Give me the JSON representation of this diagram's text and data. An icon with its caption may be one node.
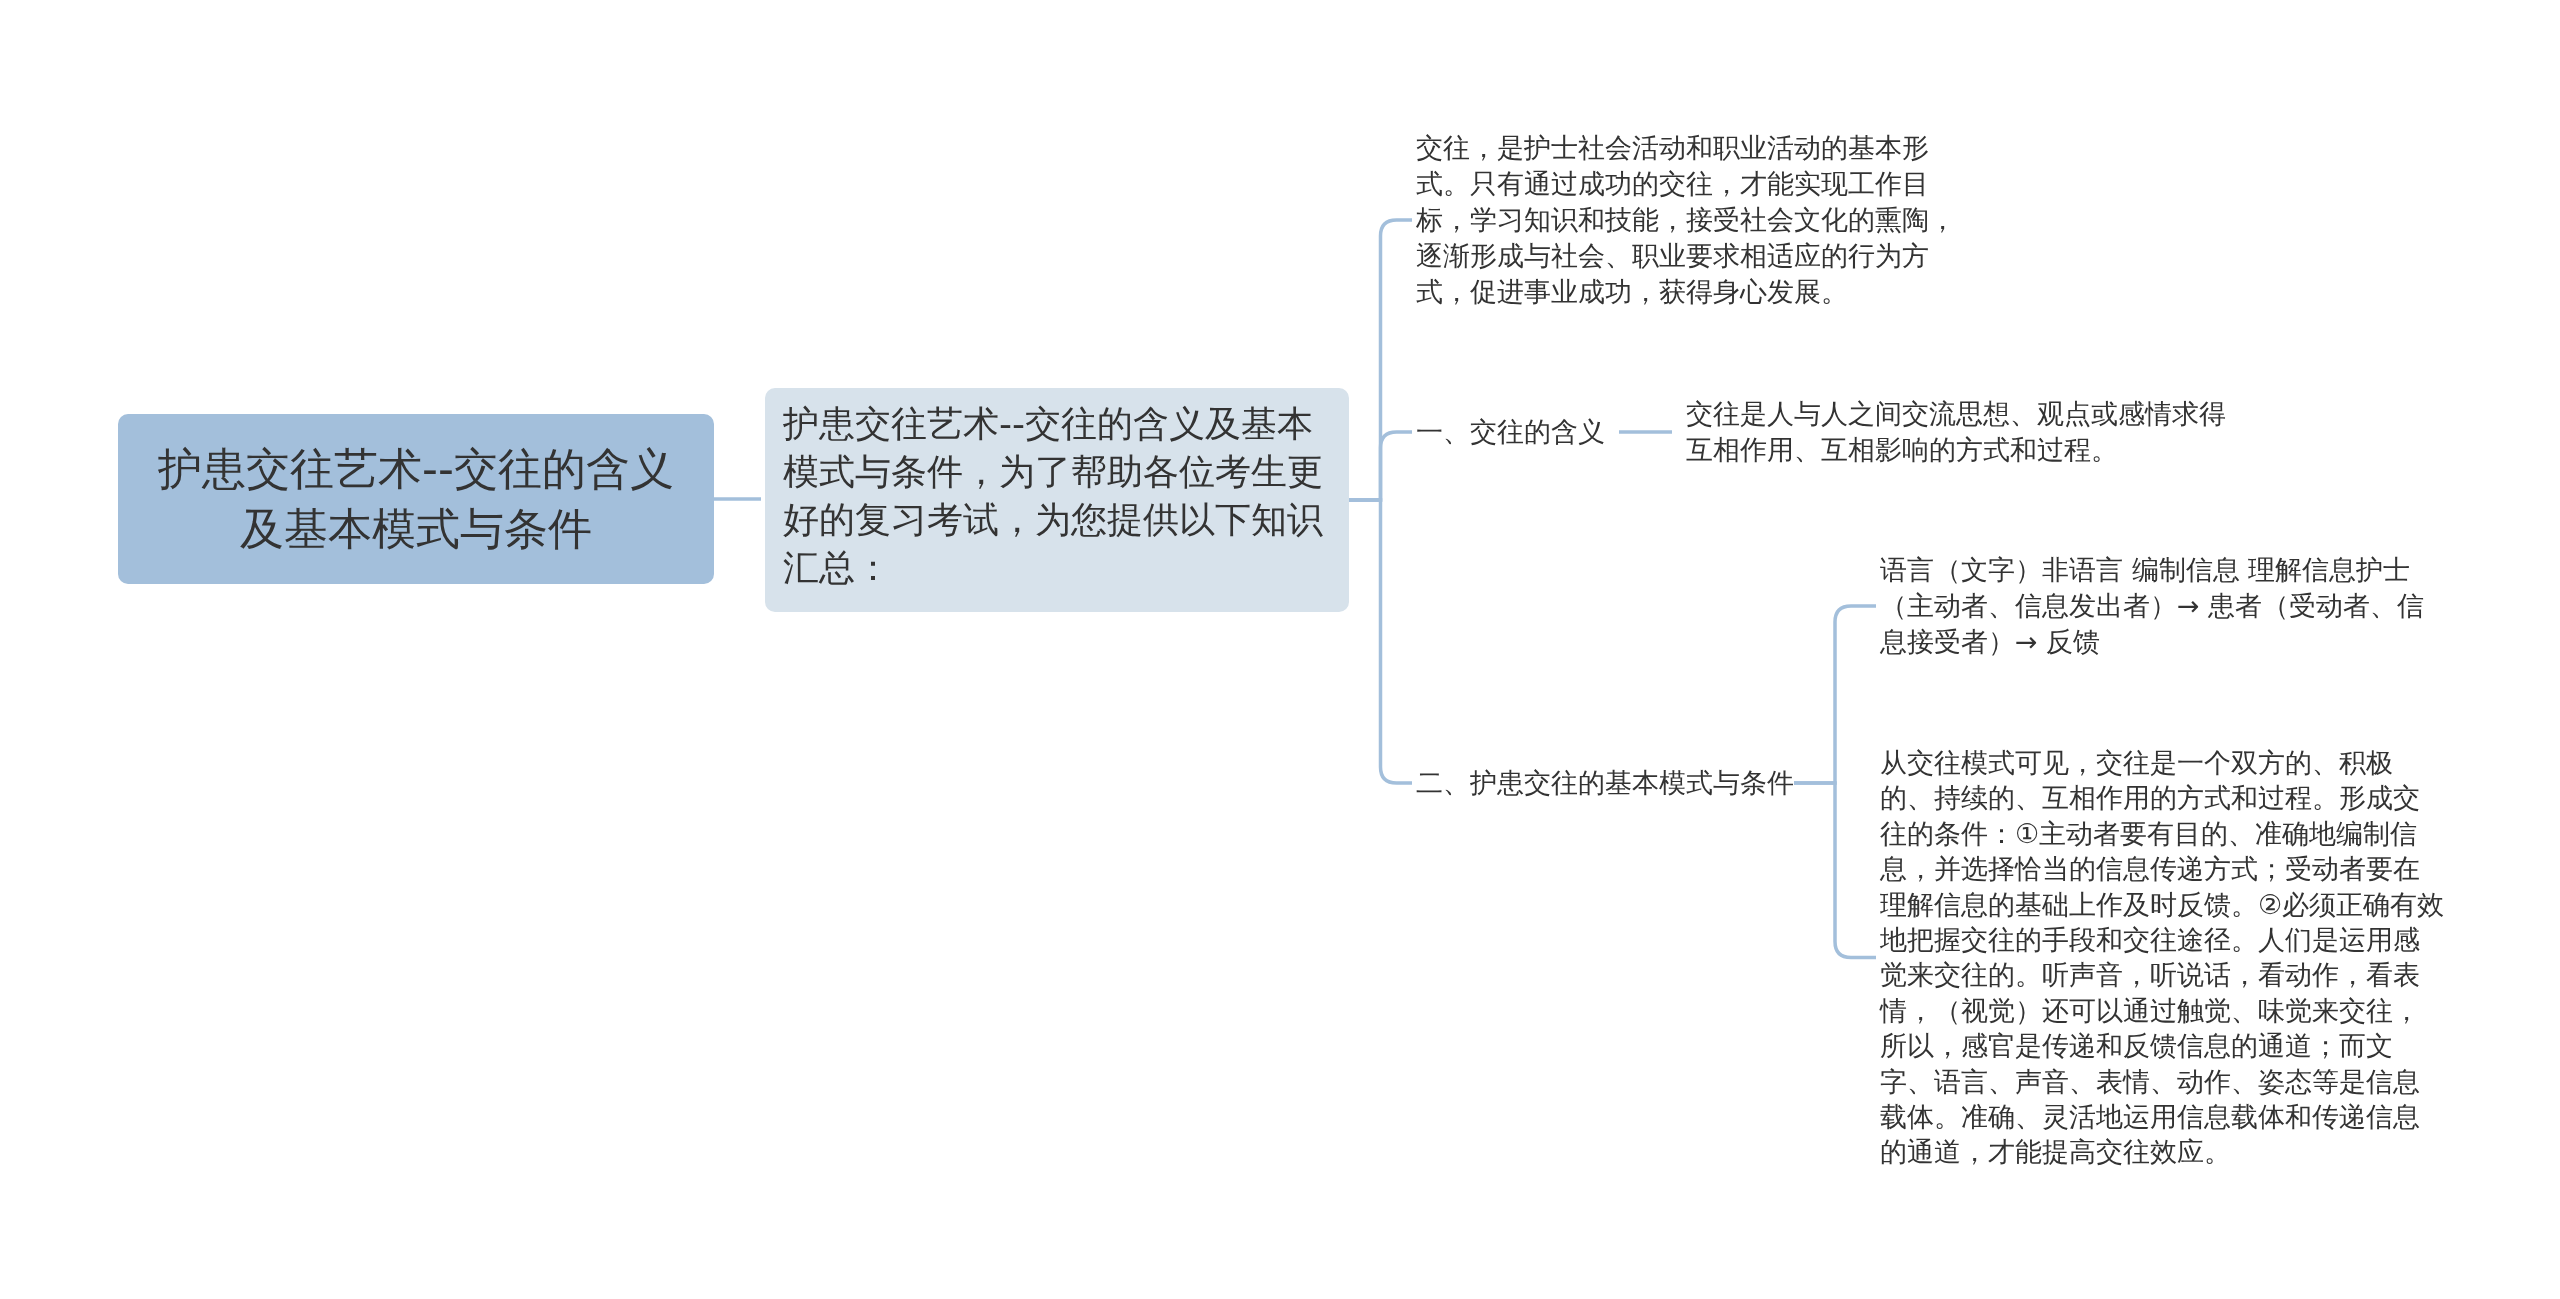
{
  "diagram": {
    "nodes": [
      {
        "text": [
          "护患交往艺术--交往的含义及基本模式与条件"
        ]
      },
      {
        "text": [
          "护患交往艺术--交往的含义及基本模式与条件，为了帮助各位考生更好的复习考试，为您提供以下知识汇总："
        ]
      },
      {
        "text": [
          "交往，是护士社会活动和职业活动的基本形式。只有通过成功的交往，才能实现工作目标，学习知识和技能，接受社会文化的熏陶，逐渐形成与社会、职业要求相适应的行为方式，促进事业成功，获得身心发展。"
        ]
      },
      {
        "text": [
          "一、交往的含义"
        ]
      },
      {
        "text": [
          "交往是人与人之间交流思想、观点或感情求得互相作用、互相影响的方式和过程。"
        ]
      },
      {
        "text": [
          "二、护患交往的基本模式与条件"
        ]
      },
      {
        "text": [
          "语言（文字）非语言 编制信息 理解信息护士（主动者、信息发出者）→ 患者（受动者、信息接受者）→ 反馈"
        ]
      },
      {
        "text": [
          "从交往模式可见，交往是一个双方的、积极的、持续的、互相作用的方式和过程。形成交往的条件：①主动者要有目的、准确地编制信息，并选择恰当的信息传递方式；受动者要在理解信息的基础上作及时反馈。②必须正确有效地把握交往的手段和交往途径。人们是运用感觉来交往的。听声音，听说话，看动作，看表情，（视觉）还可以通过触觉、味觉来交往，所以，感官是传递和反馈信息的通道；而文字、语言、声音、表情、动作、姿态等是信息载体。准确、灵活地运用信息载体和传递信息的通道，才能提高交往效应。"
        ]
      }
    ],
    "edges": [
      {
        "from": 0,
        "to": 1,
        "arrow": "none"
      },
      {
        "from": 1,
        "to": 2,
        "arrow": "none"
      },
      {
        "from": 1,
        "to": 3,
        "arrow": "none"
      },
      {
        "from": 1,
        "to": 5,
        "arrow": "none"
      },
      {
        "from": 3,
        "to": 4,
        "arrow": "none"
      },
      {
        "from": 5,
        "to": 6,
        "arrow": "none"
      },
      {
        "from": 5,
        "to": 7,
        "arrow": "none"
      }
    ]
  }
}
